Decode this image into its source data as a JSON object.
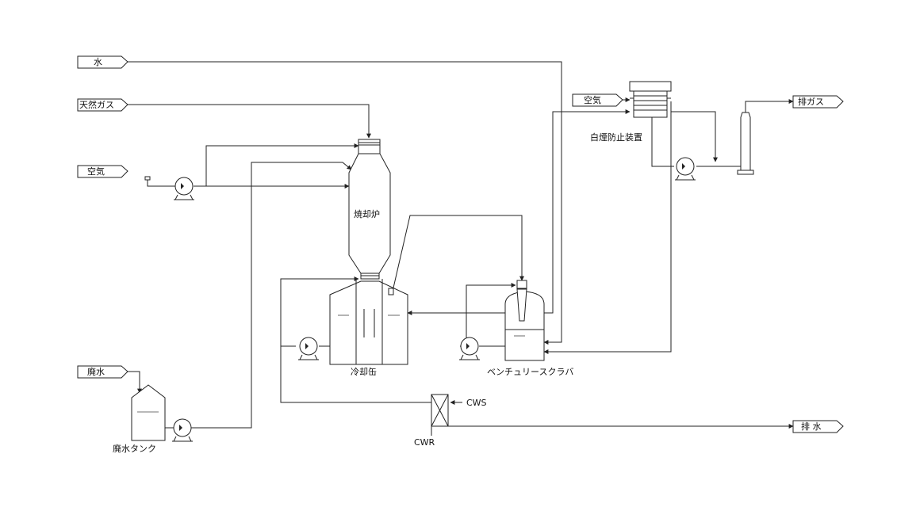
{
  "streams": {
    "water": "水",
    "natural_gas": "天然ガス",
    "air_left": "空気",
    "waste_water": "廃水",
    "air_right": "空気",
    "exhaust_gas": "排ガス",
    "drain": "排 水",
    "cws": "CWS",
    "cwr": "CWR"
  },
  "equipment": {
    "incinerator": "焼却炉",
    "quench_tank": "冷却缶",
    "venturi_scrubber": "ベンチュリースクラバ",
    "plume_prevention": "白煙防止装置",
    "waste_water_tank": "廃水タンク"
  },
  "colors": {
    "line": "#222222",
    "background": "#ffffff"
  }
}
